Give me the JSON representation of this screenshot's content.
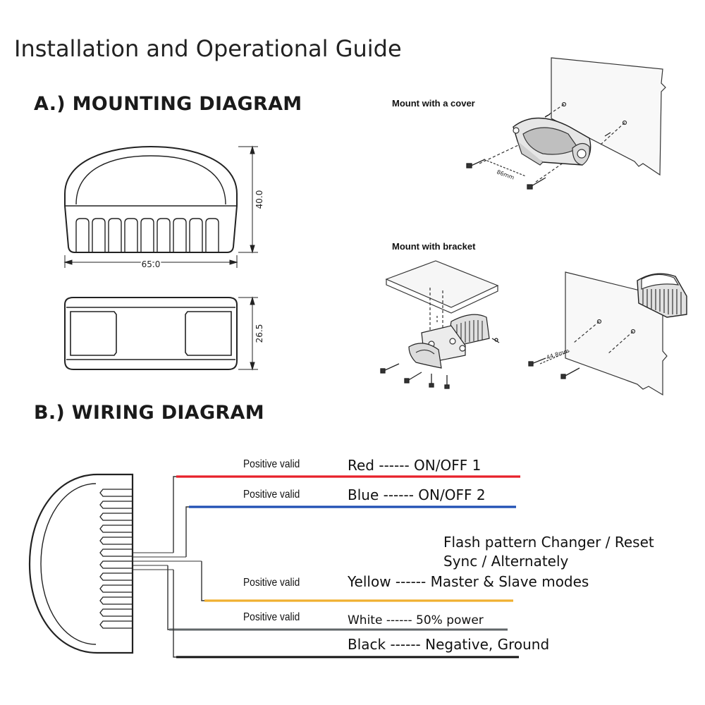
{
  "title": "Installation and Operational Guide",
  "sections": {
    "mounting": "A.) MOUNTING DIAGRAM",
    "wiring": "B.) WIRING DIAGRAM"
  },
  "dimensions": {
    "height": "40.0",
    "width": "65.0",
    "depth": "26.5"
  },
  "mounting": {
    "cover_label": "Mount with a cover",
    "cover_distance": "86mm",
    "bracket_label": "Mount with bracket",
    "bracket_distance": "44.8mm"
  },
  "wiring": {
    "red": {
      "polarity": "Positive valid",
      "text": "Red ------ ON/OFF 1",
      "color": "#e8202a"
    },
    "blue": {
      "polarity": "Positive valid",
      "text": "Blue ------ ON/OFF 2",
      "color": "#1f4fb4"
    },
    "yellow": {
      "polarity": "Positive valid",
      "note1": "Flash pattern Changer / Reset",
      "note2": "Sync / Alternately",
      "text": "Yellow ------ Master & Slave modes",
      "color": "#f0b030"
    },
    "white": {
      "polarity": "Positive valid",
      "text": "White ------   50% power",
      "color": "#606668"
    },
    "black": {
      "text": "Black ------ Negative, Ground",
      "color": "#111111"
    }
  }
}
